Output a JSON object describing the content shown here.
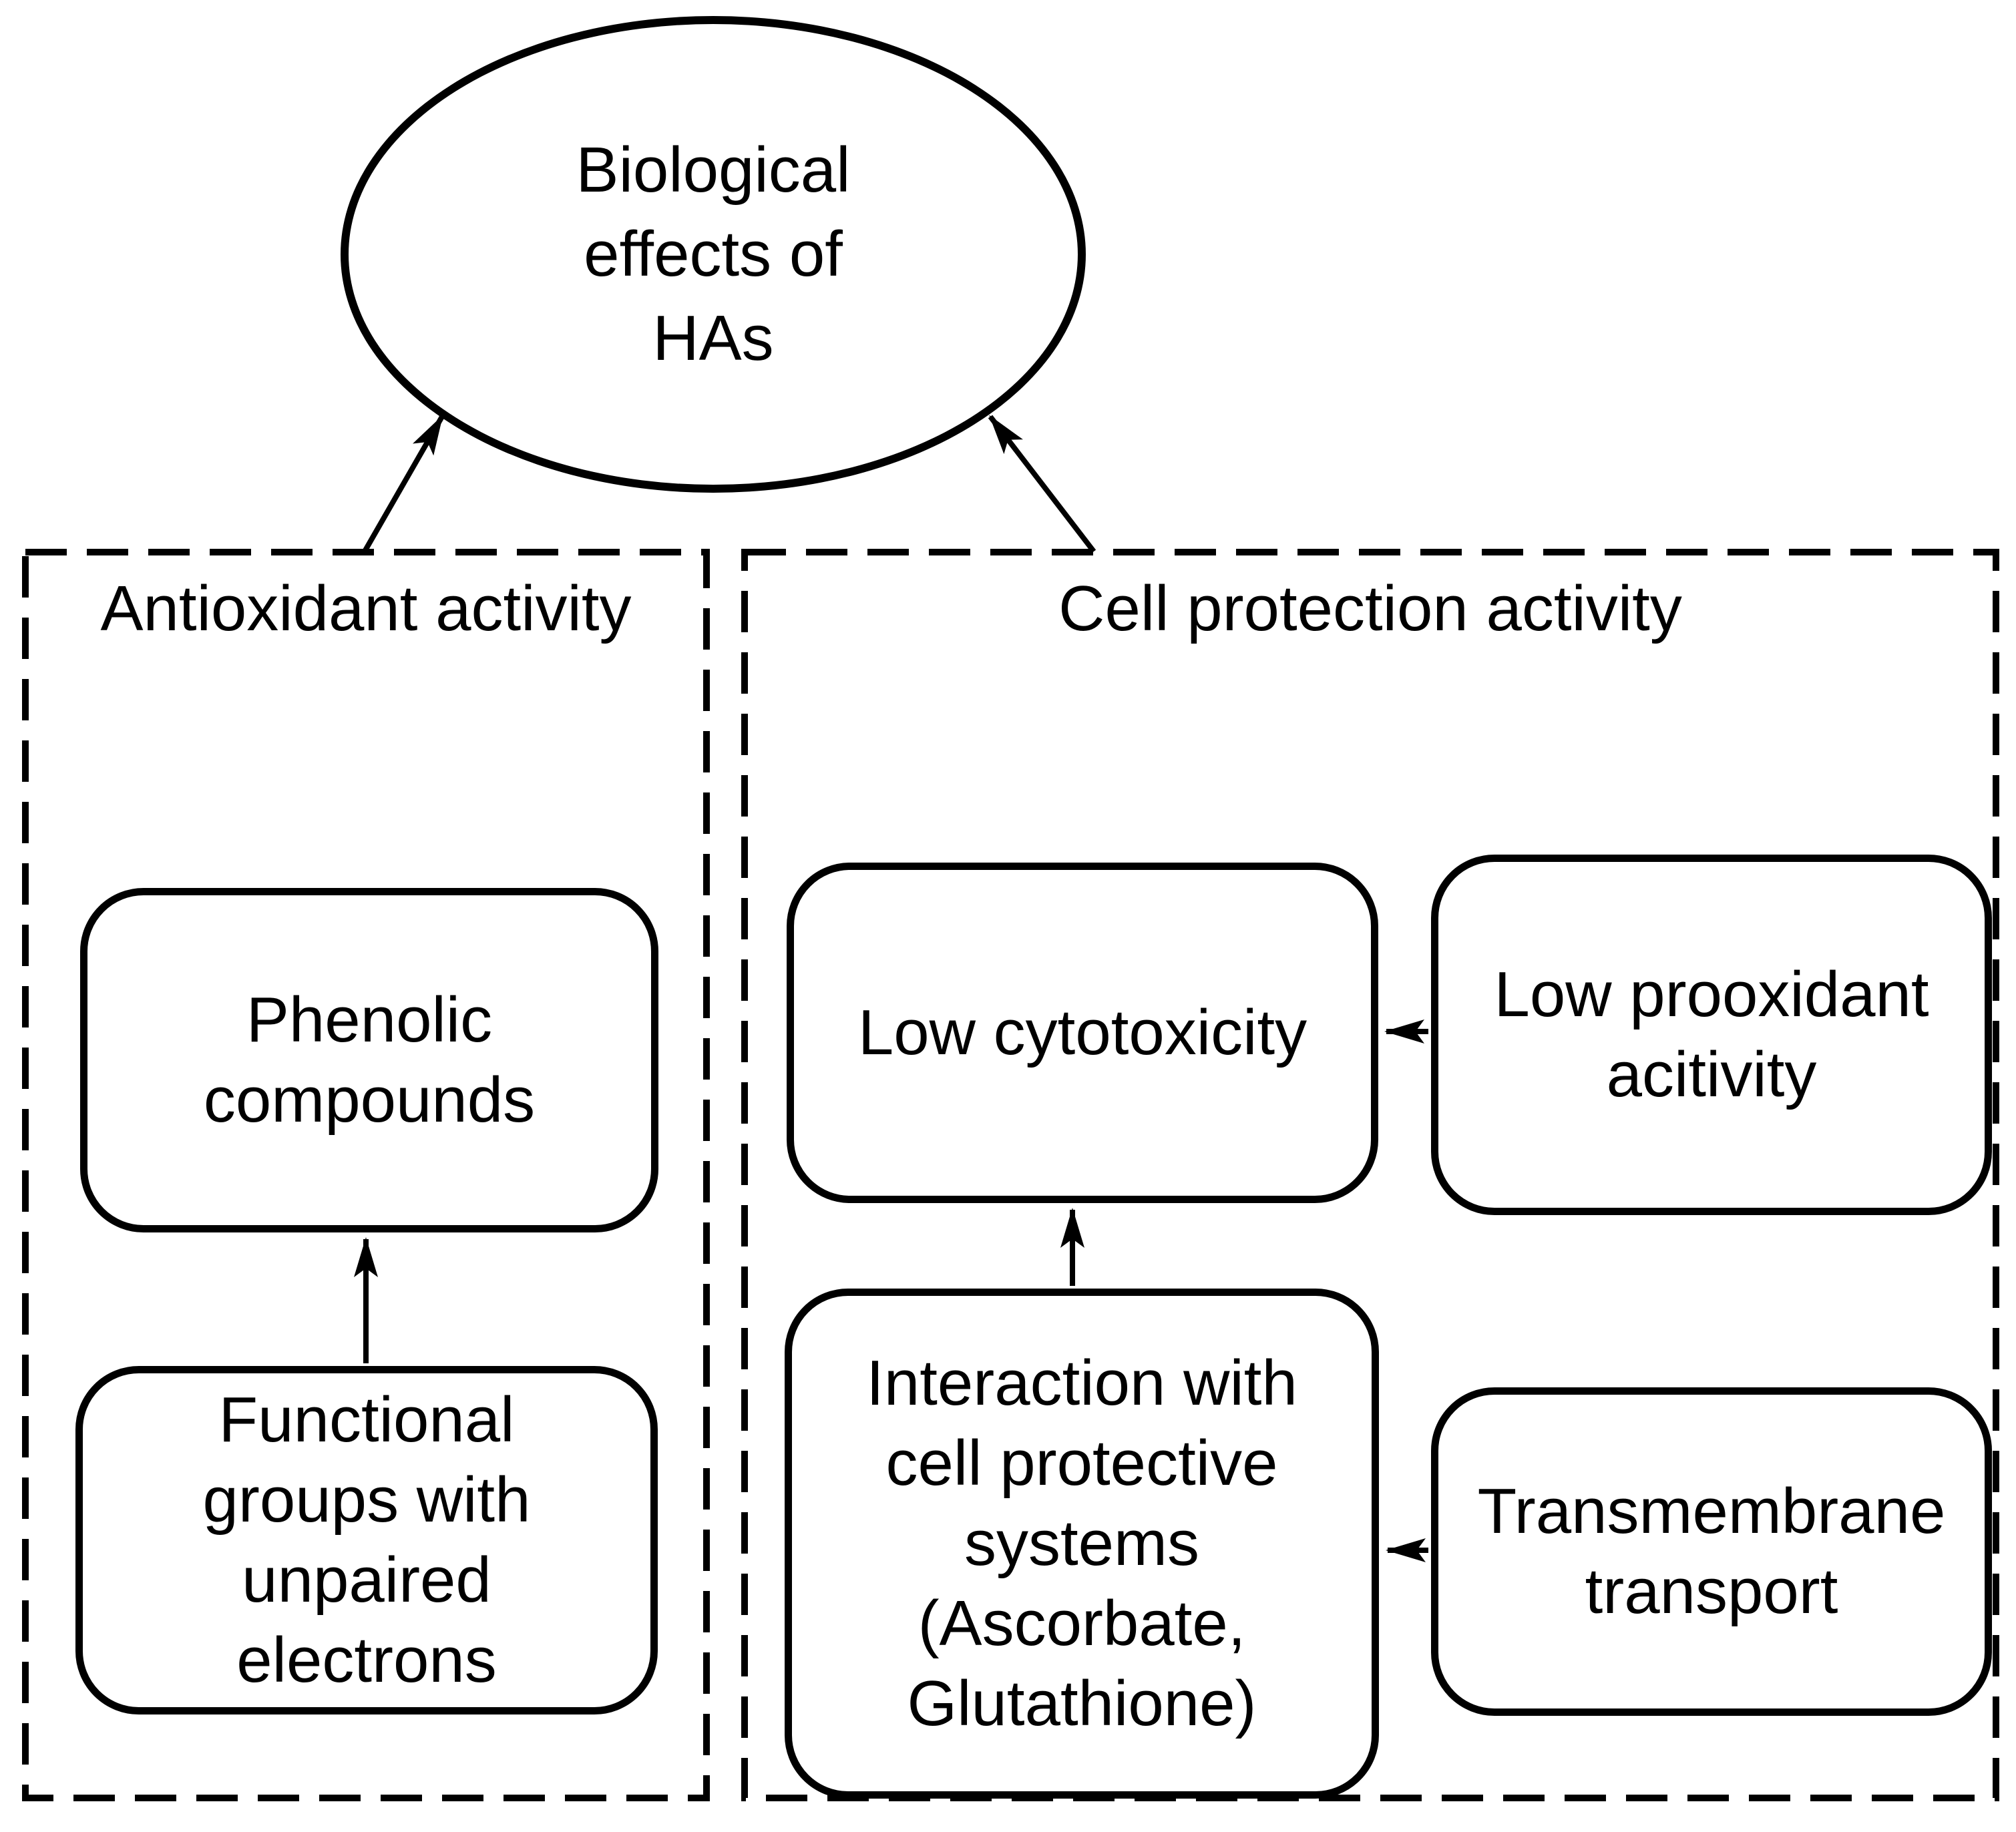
{
  "page": {
    "background_color": "#ffffff",
    "line_color": "#000000"
  },
  "root_node": {
    "label": "Biological\neffects of\nHAs"
  },
  "groups": {
    "antioxidant": {
      "title": "Antioxidant activity",
      "nodes": {
        "phenolic": {
          "label": "Phenolic\ncompounds"
        },
        "functional_groups": {
          "label": "Functional\ngroups with\nunpaired\nelectrons"
        }
      }
    },
    "cell_protection": {
      "title": "Cell protection activity",
      "nodes": {
        "low_cytotoxicity": {
          "label": "Low cytotoxicity"
        },
        "low_prooxidant": {
          "label": "Low prooxidant\nacitivity"
        },
        "interaction": {
          "label": "Interaction with\ncell protective\nsystems\n(Ascorbate,\nGlutathione)"
        },
        "transmembrane": {
          "label": "Transmembrane\ntransport"
        }
      }
    }
  },
  "edges": [
    {
      "from": "antioxidant-activity-group",
      "to": "biological-effects-of-has"
    },
    {
      "from": "cell-protection-activity-group",
      "to": "biological-effects-of-has"
    },
    {
      "from": "functional-groups-with-unpaired-electrons",
      "to": "phenolic-compounds"
    },
    {
      "from": "interaction-with-cell-protective-systems",
      "to": "low-cytotoxicity"
    },
    {
      "from": "low-prooxidant-acitivity",
      "to": "low-cytotoxicity"
    },
    {
      "from": "transmembrane-transport",
      "to": "interaction-with-cell-protective-systems"
    }
  ]
}
